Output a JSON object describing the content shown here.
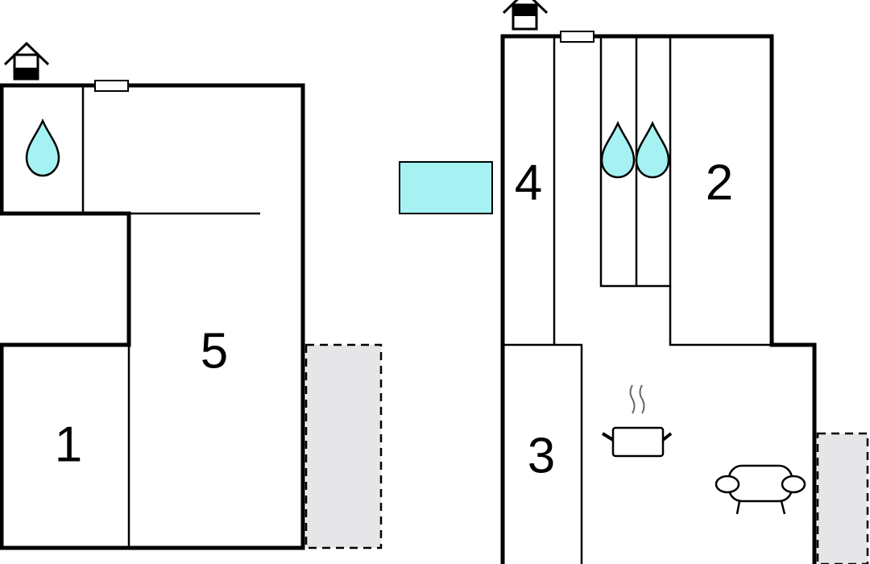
{
  "rooms": [
    {
      "id": "room-1",
      "label": "1"
    },
    {
      "id": "room-2",
      "label": "2"
    },
    {
      "id": "room-3",
      "label": "3"
    },
    {
      "id": "room-4",
      "label": "4"
    },
    {
      "id": "room-5",
      "label": "5"
    }
  ],
  "icons": {
    "entrance": "house-entrance-icon",
    "bathroom": "water-drop-icon",
    "kitchen": "cooking-pot-icon",
    "living": "armchair-icon"
  },
  "colors": {
    "water": "#a6f2f2",
    "terrace": "#e6e6e9",
    "wall": "#000000"
  }
}
